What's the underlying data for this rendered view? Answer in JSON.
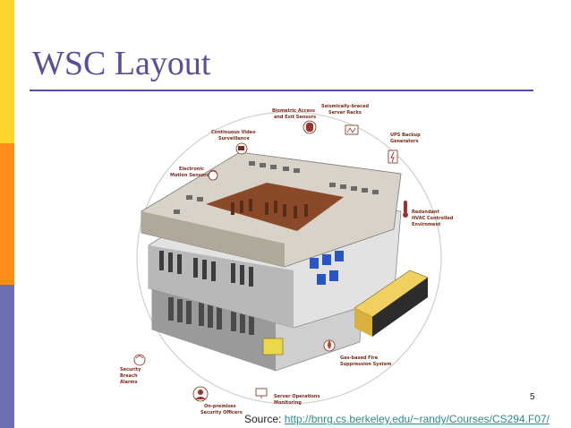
{
  "slide": {
    "title": "WSC Layout",
    "page_number": "5",
    "source_label": "Source:",
    "source_url": "http://bnrg.cs.berkeley.edu/~randy/Courses/CS294.F07/"
  },
  "figure": {
    "labels": {
      "biometric_l1": "Biometric Access",
      "biometric_l2": "and Exit Sensors",
      "seismic_l1": "Seismically-braced",
      "seismic_l2": "Server Racks",
      "video_l1": "Continuous Video",
      "video_l2": "Surveillance",
      "ups_l1": "UPS Backup",
      "ups_l2": "Generators",
      "motion_l1": "Electronic",
      "motion_l2": "Motion Sensors",
      "hvac_l1": "Redundant",
      "hvac_l2": "HVAC Controlled",
      "hvac_l3": "Enviroment",
      "breach_l1": "Security",
      "breach_l2": "Breach",
      "breach_l3": "Alarms",
      "fire_l1": "Gas-based Fire",
      "fire_l2": "Suppression System",
      "ops_l1": "Server Operations",
      "ops_l2": "Monitoring",
      "officers_l1": "On-premises",
      "officers_l2": "Security Officers"
    }
  },
  "colors": {
    "title": "#5b4f9c",
    "bar_yellow": "#ffd42a",
    "bar_orange": "#ff8c1a",
    "bar_purple": "#6f6fb3",
    "label_text": "#7a2a1a",
    "link": "#2a8a8a"
  }
}
